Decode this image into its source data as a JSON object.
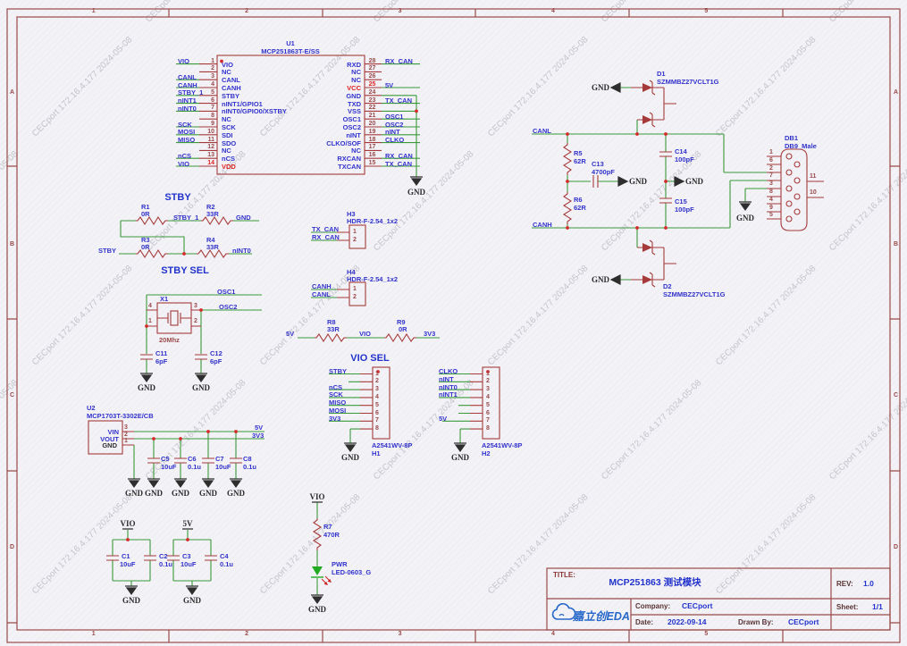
{
  "colors": {
    "wire_green": "#3a9a3a",
    "symbol_red": "#a63a3a",
    "net_blue": "#3232cc",
    "pin_number": "#9a4a4a",
    "frame_red": "#9a4a4a",
    "gnd_dark": "#2e2e2e",
    "junction_red": "#d42a2a",
    "power_red": "#dd2222",
    "led_green": "#22aa22",
    "logo_blue": "#2667c9"
  },
  "frame": {
    "cols": [
      "1",
      "2",
      "3",
      "4",
      "5"
    ],
    "rows": [
      "A",
      "B",
      "C",
      "D"
    ]
  },
  "watermark": {
    "text": "CECport 172.16.4.177 2024-05-08"
  },
  "gnd": "GND",
  "u1": {
    "ref": "U1",
    "part": "MCP251863T-E/SS",
    "left": [
      {
        "num": "1",
        "name": "VIO",
        "net": "VIO"
      },
      {
        "num": "2",
        "name": "NC"
      },
      {
        "num": "3",
        "name": "CANL",
        "net": "CANL"
      },
      {
        "num": "4",
        "name": "CANH",
        "net": "CANH"
      },
      {
        "num": "5",
        "name": "STBY",
        "net": "STBY_1"
      },
      {
        "num": "6",
        "name": "nINT1/GPIO1",
        "net": "nINT1"
      },
      {
        "num": "7",
        "name": "nINT0/GPIO0/XSTBY",
        "net": "nINT0"
      },
      {
        "num": "8",
        "name": "NC"
      },
      {
        "num": "9",
        "name": "SCK",
        "net": "SCK"
      },
      {
        "num": "10",
        "name": "SDI",
        "net": "MOSI"
      },
      {
        "num": "11",
        "name": "SDO",
        "net": "MISO"
      },
      {
        "num": "12",
        "name": "NC"
      },
      {
        "num": "13",
        "name": "nCS",
        "net": "nCS"
      },
      {
        "num": "14",
        "name": "VDD",
        "net": "VIO",
        "cls": "hot"
      }
    ],
    "right": [
      {
        "num": "28",
        "name": "RXD",
        "net": "RX_CAN"
      },
      {
        "num": "27",
        "name": "NC"
      },
      {
        "num": "26",
        "name": "NC"
      },
      {
        "num": "25",
        "name": "VCC",
        "net": "5V",
        "cls": "hot"
      },
      {
        "num": "24",
        "name": "GND"
      },
      {
        "num": "23",
        "name": "TXD",
        "net": "TX_CAN"
      },
      {
        "num": "22",
        "name": "VSS"
      },
      {
        "num": "21",
        "name": "OSC1",
        "net": "OSC1"
      },
      {
        "num": "20",
        "name": "OSC2",
        "net": "OSC2"
      },
      {
        "num": "19",
        "name": "nINT",
        "net": "nINT"
      },
      {
        "num": "18",
        "name": "CLKO/SOF",
        "net": "CLKO"
      },
      {
        "num": "17",
        "name": "NC"
      },
      {
        "num": "16",
        "name": "RXCAN",
        "net": "RX_CAN"
      },
      {
        "num": "15",
        "name": "TXCAN",
        "net": "TX_CAN"
      }
    ]
  },
  "stby": {
    "heading": "STBY",
    "heading_sel": "STBY SEL",
    "r1": "R1",
    "r1v": "0R",
    "r2": "R2",
    "r2v": "33R",
    "r3": "R3",
    "r3v": "0R",
    "r4": "R4",
    "r4v": "33R",
    "stby1": "STBY_1",
    "stby": "STBY",
    "gnd": "GND",
    "nint0": "nINT0"
  },
  "xtal": {
    "ref": "X1",
    "freq": "20Mhz",
    "p1": "1",
    "p2": "2",
    "p3": "3",
    "p4": "4",
    "osc1": "OSC1",
    "osc2": "OSC2",
    "c11": "C11",
    "c11v": "6pF",
    "c12": "C12",
    "c12v": "6pF"
  },
  "u2": {
    "ref": "U2",
    "part": "MCP1703T-3302E/CB",
    "vin": "VIN",
    "vout": "VOUT",
    "gndpin": "GND",
    "p3": "3",
    "p2": "2",
    "p1": "1",
    "v5": "5V",
    "v33": "3V3",
    "c5": "C5",
    "c5v": "10uF",
    "c6": "C6",
    "c6v": "0.1u",
    "c7": "C7",
    "c7v": "10uF",
    "c8": "C8",
    "c8v": "0.1u"
  },
  "bulk": {
    "vio": "VIO",
    "v5": "5V",
    "c1": "C1",
    "c1v": "10uF",
    "c2": "C2",
    "c2v": "0.1u",
    "c3": "C3",
    "c3v": "10uF",
    "c4": "C4",
    "c4v": "0.1u"
  },
  "pwr": {
    "vio": "VIO",
    "r7": "R7",
    "r7v": "470R",
    "led": "PWR",
    "ledp": "LED-0603_G"
  },
  "h3": {
    "ref": "H3",
    "part": "HDR-F-2.54_1x2",
    "p1": "1",
    "p2": "2",
    "n1": "TX_CAN",
    "n2": "RX_CAN"
  },
  "h4": {
    "ref": "H4",
    "part": "HDR-F-2.54_1x2",
    "p1": "1",
    "p2": "2",
    "n1": "CANH",
    "n2": "CANL"
  },
  "sel": {
    "v5": "5V",
    "vio": "VIO",
    "v33": "3V3",
    "r8": "R8",
    "r8v": "33R",
    "r9": "R9",
    "r9v": "0R"
  },
  "viosel": {
    "heading": "VIO SEL",
    "h1": {
      "ref": "H1",
      "part": "A2541WV-8P",
      "rows": [
        {
          "num": "1",
          "net": "STBY"
        },
        {
          "num": "2"
        },
        {
          "num": "3",
          "net": "nCS"
        },
        {
          "num": "4",
          "net": "SCK"
        },
        {
          "num": "5",
          "net": "MISO"
        },
        {
          "num": "6",
          "net": "MOSI"
        },
        {
          "num": "7",
          "net": "3V3"
        },
        {
          "num": "8"
        }
      ]
    },
    "h2": {
      "ref": "H2",
      "part": "A2541WV-8P",
      "rows": [
        {
          "num": "1",
          "net": "CLKO"
        },
        {
          "num": "2",
          "net": "nINT"
        },
        {
          "num": "3",
          "net": "nINT0"
        },
        {
          "num": "4",
          "net": "nINT1"
        },
        {
          "num": "5"
        },
        {
          "num": "6"
        },
        {
          "num": "7",
          "net": "5V"
        },
        {
          "num": "8"
        }
      ]
    }
  },
  "can": {
    "canl": "CANL",
    "canh": "CANH",
    "r5": "R5",
    "r5v": "62R",
    "r6": "R6",
    "r6v": "62R",
    "c13": "C13",
    "c13v": "4700pF",
    "c14": "C14",
    "c14v": "100pF",
    "c15": "C15",
    "c15v": "100pF",
    "d1": "D1",
    "d1p": "SZMMBZ27VCLT1G",
    "d2": "D2",
    "d2p": "SZMMBZ27VCLT1G"
  },
  "db9": {
    "ref": "DB1",
    "part": "DB9_Male",
    "pins": [
      "1",
      "6",
      "2",
      "7",
      "3",
      "8",
      "4",
      "9",
      "5"
    ],
    "right": [
      "11",
      "10"
    ]
  },
  "titleblock": {
    "title_label": "TITLE:",
    "title": "MCP251863 测试模块",
    "rev_label": "REV:",
    "rev": "1.0",
    "company_label": "Company:",
    "company": "CECport",
    "sheet_label": "Sheet:",
    "sheet": "1/1",
    "date_label": "Date:",
    "date": "2022-09-14",
    "drawn_label": "Drawn By:",
    "drawn": "CECport",
    "logo": "嘉立创EDA"
  }
}
